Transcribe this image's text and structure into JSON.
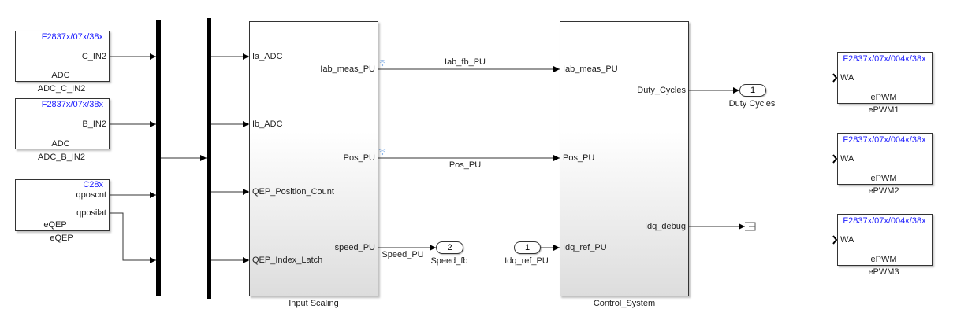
{
  "adc_c": {
    "target": "F2837x/07x/38x",
    "port": "C_IN2",
    "type": "ADC",
    "name": "ADC_C_IN2"
  },
  "adc_b": {
    "target": "F2837x/07x/38x",
    "port": "B_IN2",
    "type": "ADC",
    "name": "ADC_B_IN2"
  },
  "eqep": {
    "target": "C28x",
    "port1": "qposcnt",
    "port2": "qposilat",
    "type": "eQEP",
    "name": "eQEP"
  },
  "input_scaling": {
    "name": "Input Scaling",
    "inputs": [
      "Ia_ADC",
      "Ib_ADC",
      "QEP_Position_Count",
      "QEP_Index_Latch"
    ],
    "outputs": [
      "Iab_meas_PU",
      "Pos_PU",
      "speed_PU"
    ]
  },
  "signals": {
    "iab": "Iab_fb_PU",
    "pos": "Pos_PU",
    "speed": "Speed_PU"
  },
  "speed_out": {
    "num": "2",
    "name": "Speed_fb"
  },
  "idq_in": {
    "num": "1",
    "name": "Idq_ref_PU"
  },
  "control": {
    "name": "Control_System",
    "inputs": [
      "Iab_meas_PU",
      "Pos_PU",
      "Idq_ref_PU"
    ],
    "outputs": [
      "Duty_Cycles",
      "Idq_debug"
    ]
  },
  "duty_out": {
    "num": "1",
    "name": "Duty Cycles"
  },
  "epwm": [
    {
      "target": "F2837x/07x/004x/38x",
      "port": "WA",
      "type": "ePWM",
      "name": "ePWM1"
    },
    {
      "target": "F2837x/07x/004x/38x",
      "port": "WA",
      "type": "ePWM",
      "name": "ePWM2"
    },
    {
      "target": "F2837x/07x/004x/38x",
      "port": "WA",
      "type": "ePWM",
      "name": "ePWM3"
    }
  ]
}
